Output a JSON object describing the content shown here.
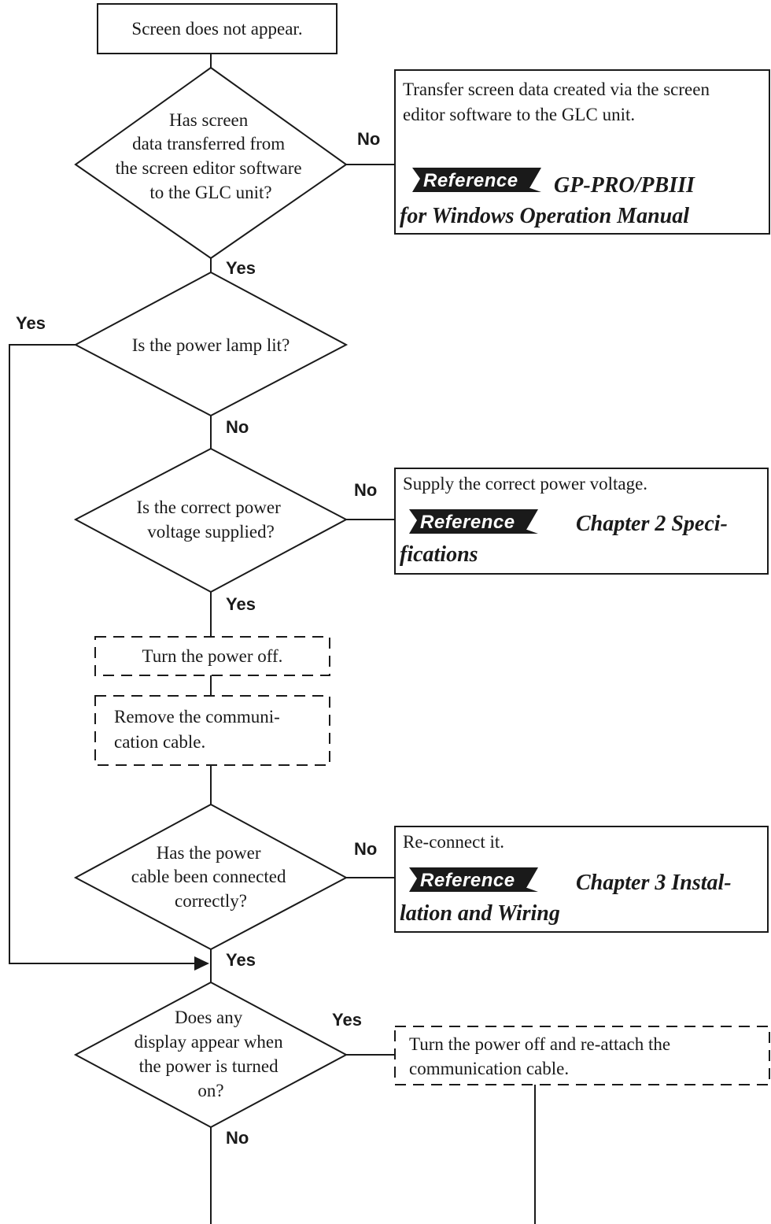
{
  "start": "Screen does not appear.",
  "decisions": {
    "transfer": [
      "Has screen",
      "data transferred from",
      "the screen editor software",
      "to the GLC unit?"
    ],
    "power_lamp": [
      "Is the power lamp lit?"
    ],
    "voltage": [
      "Is the correct power",
      "voltage supplied?"
    ],
    "cable": [
      "Has the power",
      "cable been connected",
      "correctly?"
    ],
    "display": [
      "Does any",
      "display appear when",
      "the power is turned",
      "on?"
    ]
  },
  "steps": {
    "power_off": "Turn the power off.",
    "remove_cable": [
      "Remove the communi-",
      "cation cable."
    ],
    "reattach": [
      "Turn the power off and re-attach the",
      "communication cable."
    ]
  },
  "notes": {
    "transfer": {
      "text": [
        "Transfer screen data created via the screen",
        "editor software to the GLC unit."
      ],
      "badge": "Reference",
      "ref": [
        "GP-PRO/PBIII",
        "for Windows Operation Manual"
      ]
    },
    "voltage": {
      "text": [
        "Supply the correct power voltage."
      ],
      "badge": "Reference",
      "ref": [
        "Chapter 2 Speci-",
        "fications"
      ]
    },
    "cable": {
      "text": [
        "Re-connect it."
      ],
      "badge": "Reference",
      "ref": [
        "Chapter 3 Instal-",
        "lation and Wiring"
      ]
    }
  },
  "labels": {
    "no_transfer": "No",
    "yes_transfer": "Yes",
    "yes_lamp": "Yes",
    "no_lamp": "No",
    "no_voltage": "No",
    "yes_voltage": "Yes",
    "no_cable": "No",
    "yes_cable": "Yes",
    "yes_display": "Yes",
    "no_display": "No"
  }
}
